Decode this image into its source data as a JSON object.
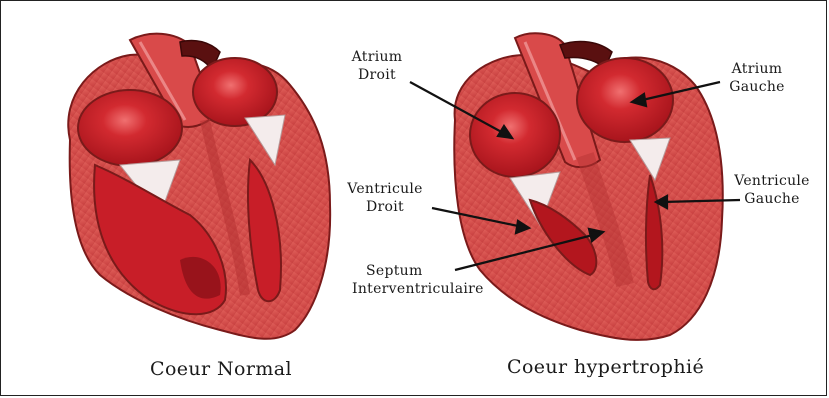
{
  "labels": {
    "atrium_droit": [
      "Atrium",
      "Droit"
    ],
    "atrium_gauche": [
      "Atrium",
      "Gauche"
    ],
    "ventricule_droit": [
      "Ventricule",
      "Droit"
    ],
    "ventricule_gauche": [
      "Ventricule",
      "Gauche"
    ],
    "septum": [
      "Septum",
      "Interventriculaire"
    ]
  },
  "captions": {
    "normal": "Coeur Normal",
    "hypertrophie": "Coeur hypertrophié"
  },
  "colors": {
    "muscle": "#d94a4a",
    "muscle_light": "#e8837a",
    "chamber": "#c81e28",
    "chamber_shine": "#f07070",
    "valve": "#f4ecec",
    "outline": "#7a1a1a"
  }
}
